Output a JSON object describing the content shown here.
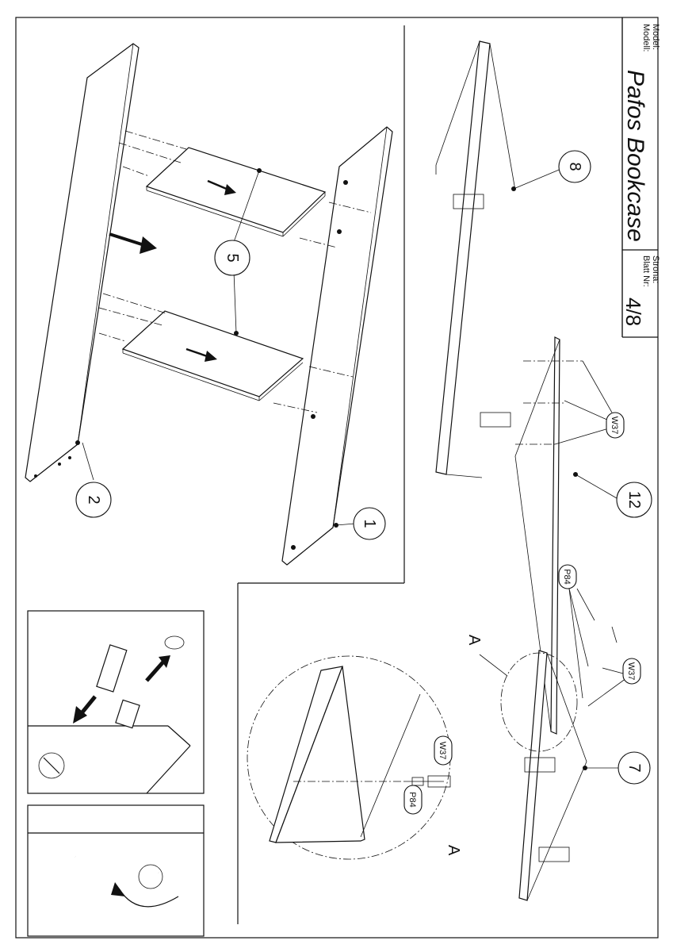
{
  "title_block": {
    "model_label_1": "Model:",
    "model_label_2": "Modell:",
    "product_name": "Pafos Bookcase",
    "page_label_1": "Strona:",
    "page_label_2": "Blatt Nr:",
    "page_number": "4/8"
  },
  "callouts": {
    "part_1": "1",
    "part_2": "2",
    "part_5": "5",
    "part_7": "7",
    "part_8": "8",
    "part_12": "12",
    "hw_w37_a": "W37",
    "hw_w37_b": "W37",
    "hw_w37_c": "W37",
    "hw_p84_a": "P84",
    "hw_p84_b": "P84",
    "detail_ref_1": "A",
    "detail_ref_2": "A"
  },
  "icons": {
    "cam_lock_insert": "cam-lock-dowel-insert-icon",
    "hex_key_turn": "allen-key-turn-icon"
  }
}
